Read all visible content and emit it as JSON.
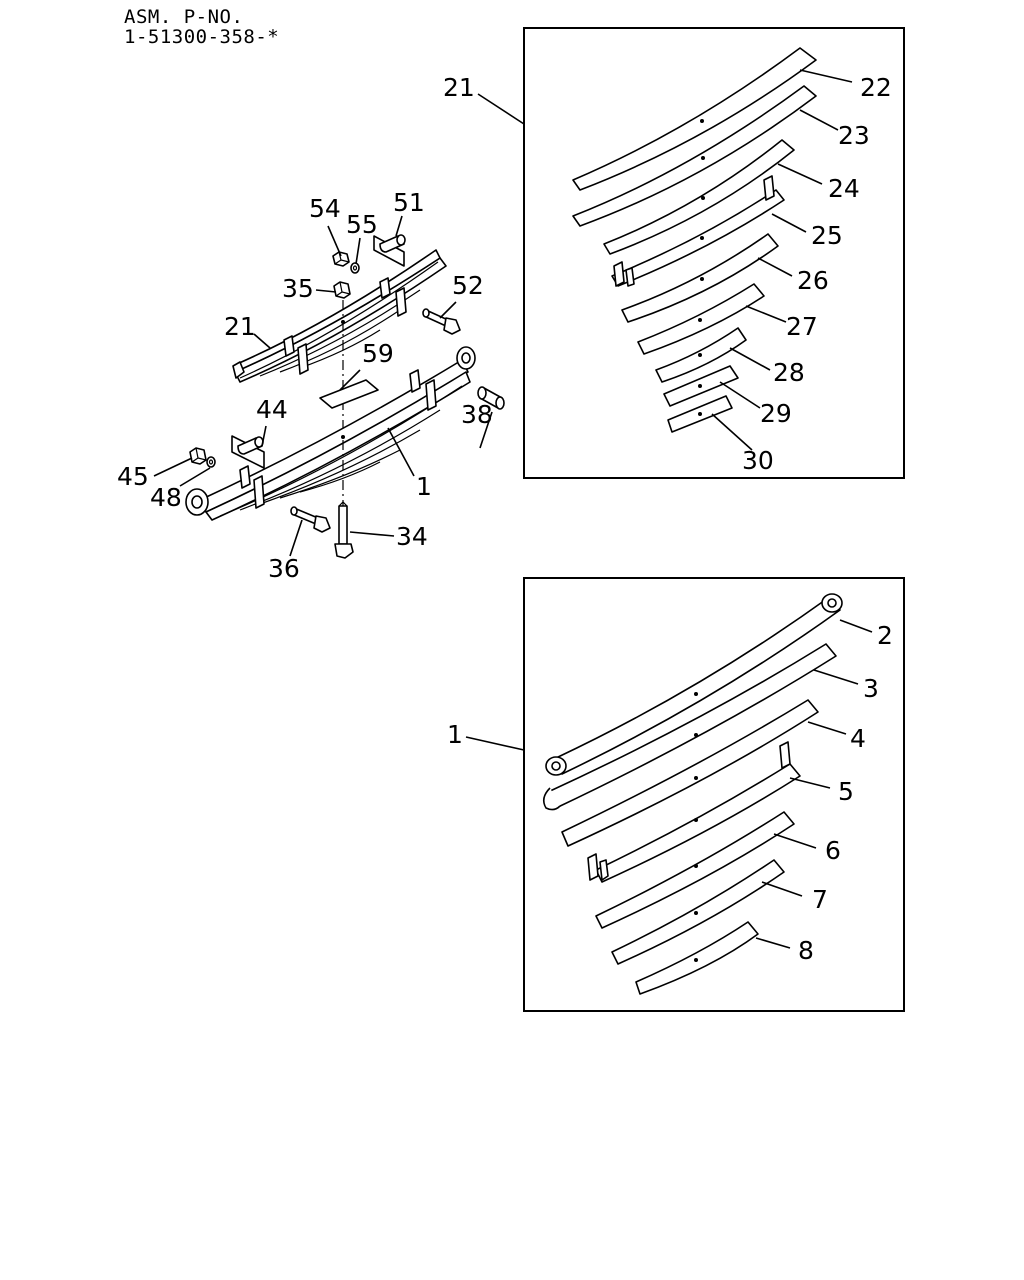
{
  "header": {
    "line1": "ASM. P-NO.",
    "line2": "1-51300-358-*"
  },
  "callouts": {
    "c1_top": "1",
    "c1_box": "1",
    "c2": "2",
    "c3": "3",
    "c4": "4",
    "c5": "5",
    "c6": "6",
    "c7": "7",
    "c8": "8",
    "c21_top": "21",
    "c21_box": "21",
    "c22": "22",
    "c23": "23",
    "c24": "24",
    "c25": "25",
    "c26": "26",
    "c27": "27",
    "c28": "28",
    "c29": "29",
    "c30": "30",
    "c34": "34",
    "c35": "35",
    "c36": "36",
    "c38": "38",
    "c44": "44",
    "c45": "45",
    "c48": "48",
    "c51": "51",
    "c52": "52",
    "c54": "54",
    "c55": "55",
    "c59": "59"
  }
}
